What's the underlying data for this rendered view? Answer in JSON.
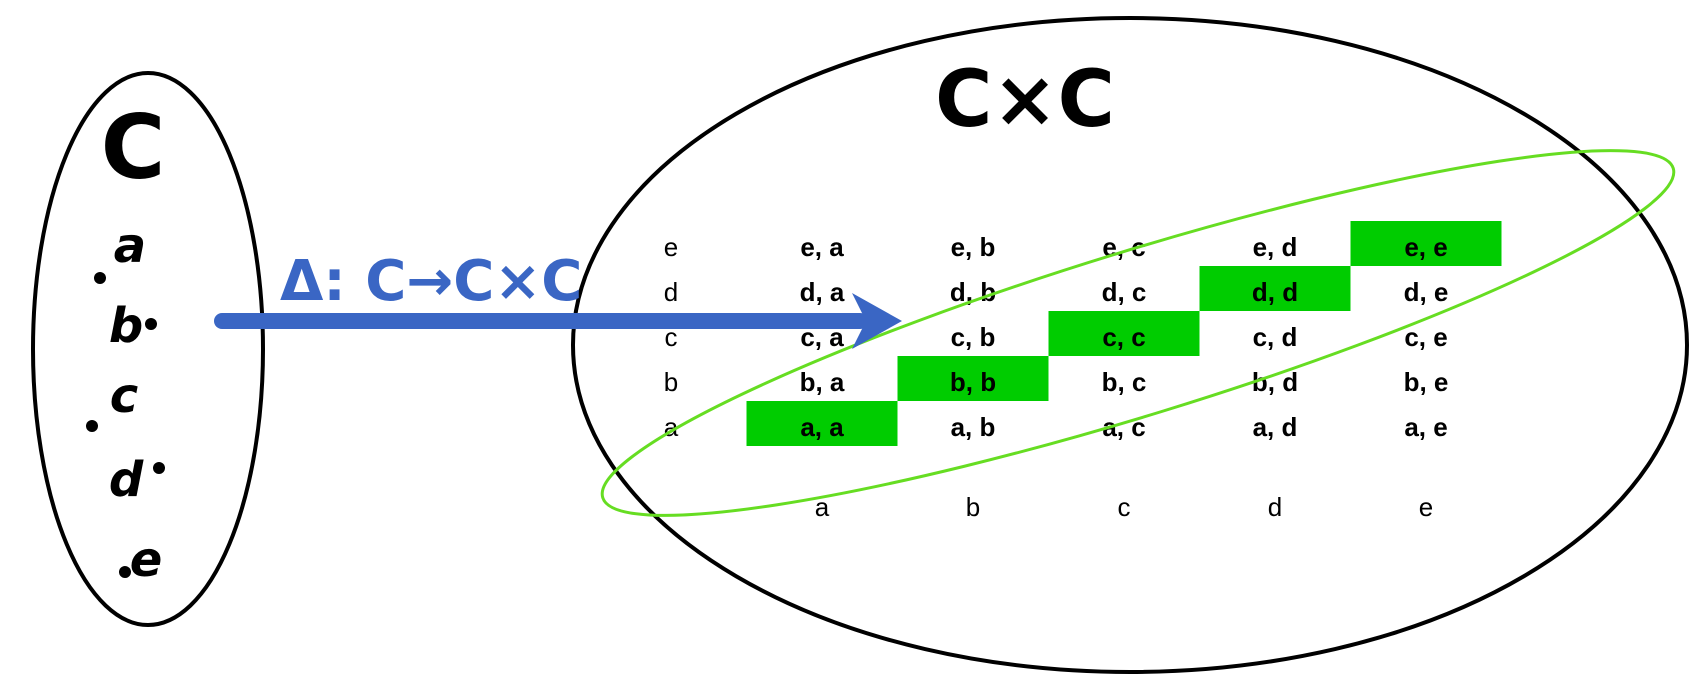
{
  "set_c": {
    "title": "C",
    "elements": [
      "a",
      "b",
      "c",
      "d",
      "e"
    ]
  },
  "product": {
    "title": "C×C",
    "row_labels": [
      "e",
      "d",
      "c",
      "b",
      "a"
    ],
    "col_labels": [
      "a",
      "b",
      "c",
      "d",
      "e"
    ],
    "rows": [
      [
        "e, a",
        "e, b",
        "e, c",
        "e, d",
        "e, e"
      ],
      [
        "d, a",
        "d, b",
        "d, c",
        "d, d",
        "d, e"
      ],
      [
        "c, a",
        "c, b",
        "c, c",
        "c, d",
        "c, e"
      ],
      [
        "b, a",
        "b, b",
        "b, c",
        "b, d",
        "b, e"
      ],
      [
        "a, a",
        "a, b",
        "a, c",
        "a, d",
        "a, e"
      ]
    ],
    "highlighted": [
      "e, e",
      "d, d",
      "c, c",
      "b, b",
      "a, a"
    ]
  },
  "map": {
    "label": "Δ: C→C×C"
  },
  "colors": {
    "arrow": "#3a66c4",
    "highlight": "#00cc00",
    "diagonal_outline": "#66dd22",
    "outline": "#000000"
  }
}
